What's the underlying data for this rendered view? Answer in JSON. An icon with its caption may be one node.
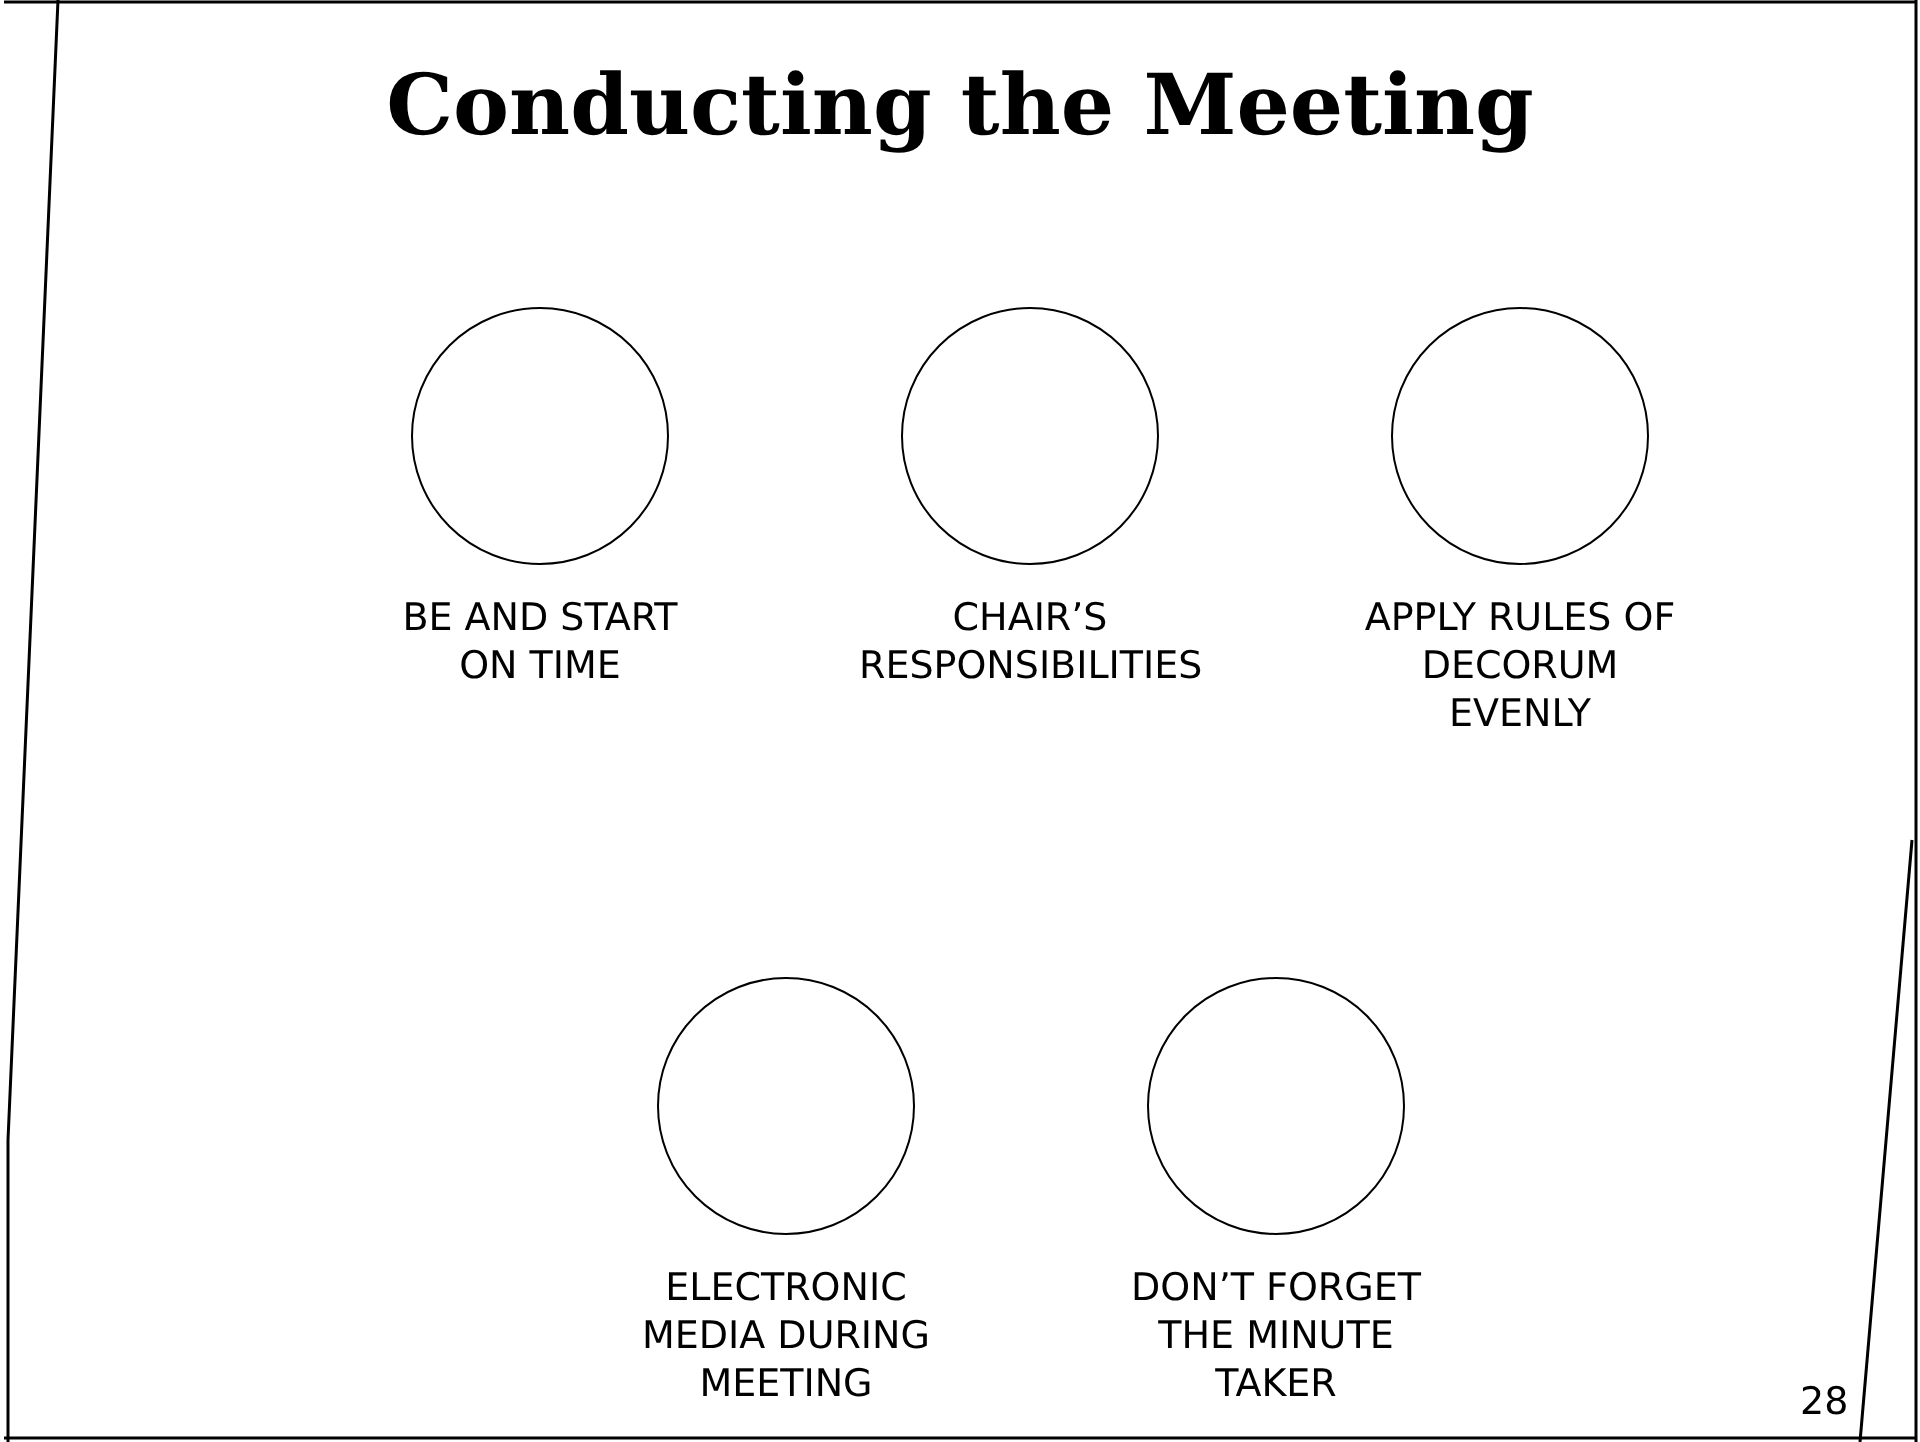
{
  "diagram": {
    "title": "Conducting the Meeting",
    "nodes": [
      {
        "text": [
          "BE AND START ON TIME"
        ]
      },
      {
        "text": [
          "CHAIR’S RESPONSIBILITIES"
        ]
      },
      {
        "text": [
          "APPLY RULES OF DECORUM EVENLY"
        ]
      },
      {
        "text": [
          "ELECTRONIC MEDIA DURING MEETING"
        ]
      },
      {
        "text": [
          "DON’T FORGET THE MINUTE TAKER"
        ]
      }
    ],
    "labels": [
      "28"
    ]
  }
}
